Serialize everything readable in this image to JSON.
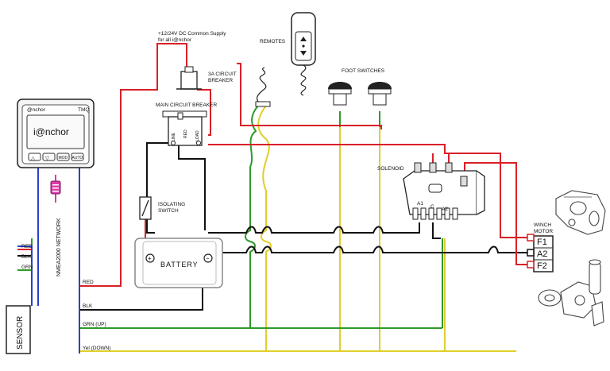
{
  "supply": {
    "line1": "+12/24V DC Common Supply",
    "line2": "for all i@nchor"
  },
  "remotes_label": "REMOTES",
  "foot_switches_label": "FOOT SWITCHES",
  "breaker_3a": {
    "line1": "3A CIRCUIT",
    "line2": "BREAKER"
  },
  "main_breaker_label": "MAIN CIRCUIT BREAKER",
  "main_breaker_terminals": [
    "LINE",
    "RED",
    "LOAD"
  ],
  "isolating_switch": {
    "line1": "ISOLATING",
    "line2": "SWITCH"
  },
  "battery": {
    "label": "BATTERY",
    "plus": "+",
    "minus": "−"
  },
  "solenoid": {
    "label": "SOLENOID",
    "terminals": [
      "A1",
      "C",
      "A2"
    ]
  },
  "winch_motor": {
    "line1": "WINCH",
    "line2": "MOTOR",
    "terminals": [
      "F1",
      "A2",
      "F2"
    ]
  },
  "display": {
    "brand": "@nchor",
    "model": "TMQ",
    "screen_text": "i@nchor",
    "buttons": [
      "△",
      "▽",
      "MOD",
      "AUTO"
    ]
  },
  "network_label": "NMEA2000 NETWORK",
  "sensor": {
    "label": "SENSOR",
    "wires": [
      "RED",
      "BLK",
      "GRN"
    ]
  },
  "bus_wires": [
    "RED",
    "BLK",
    "GRN (UP)",
    "Yel (DOWN)"
  ],
  "colors": {
    "red": "#d92027",
    "black": "#111111",
    "green": "#2e9a2a",
    "yellow": "#e0cf2a",
    "blue": "#2b40c8",
    "pink": "#e23aa8"
  }
}
